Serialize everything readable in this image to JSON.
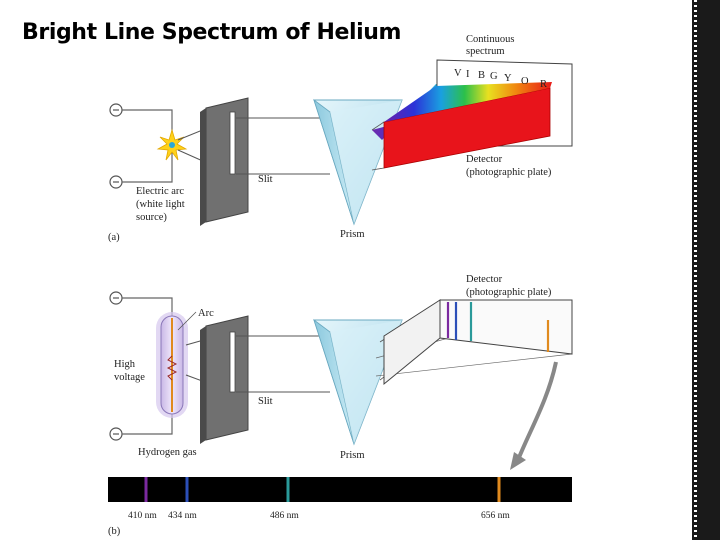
{
  "title": "Bright Line Spectrum of Helium",
  "panel_a": {
    "label": "(a)",
    "source_label_lines": [
      "Electric arc",
      "(white light",
      "source)"
    ],
    "slit_label": "Slit",
    "prism_label": "Prism",
    "continuous_label_lines": [
      "Continuous",
      "spectrum"
    ],
    "color_letters": [
      "V",
      "I",
      "B",
      "G",
      "Y",
      "O",
      "R"
    ],
    "detector_label_lines": [
      "Detector",
      "(photographic plate)"
    ]
  },
  "panel_b": {
    "label": "(b)",
    "arc_label": "Arc",
    "voltage_label_lines": [
      "High",
      "voltage"
    ],
    "gas_label": "Hydrogen gas",
    "slit_label": "Slit",
    "prism_label": "Prism",
    "detector_label_lines": [
      "Detector",
      "(photographic plate)"
    ],
    "spectrum_lines": [
      {
        "label": "410 nm",
        "color": "#7b2aa0"
      },
      {
        "label": "434 nm",
        "color": "#2c4fb8"
      },
      {
        "label": "486 nm",
        "color": "#2a9a9a"
      },
      {
        "label": "656 nm",
        "color": "#e08a1e"
      }
    ]
  },
  "colors": {
    "prism": "#bfe3f0",
    "plate_red": "#e8141b",
    "wall": "#6f6f6f",
    "spectrum_strip": "#000000"
  }
}
